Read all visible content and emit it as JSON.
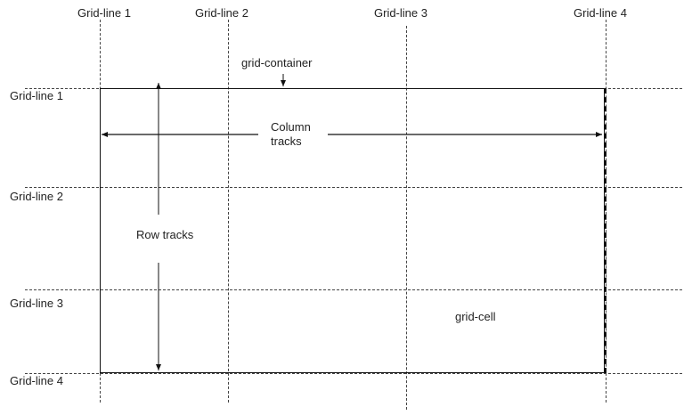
{
  "diagram": {
    "column_labels": [
      "Grid-line 1",
      "Grid-line 2",
      "Grid-line 3",
      "Grid-line 4"
    ],
    "row_labels": [
      "Grid-line 1",
      "Grid-line 2",
      "Grid-line 3",
      "Grid-line 4"
    ],
    "container_label": "grid-container",
    "column_tracks_label_line1": "Column",
    "column_tracks_label_line2": "tracks",
    "row_tracks_label": "Row tracks",
    "cell_label": "grid-cell",
    "colors": {
      "line": "#111111",
      "dashed": "#444444",
      "text": "#222222",
      "background": "#ffffff"
    }
  }
}
